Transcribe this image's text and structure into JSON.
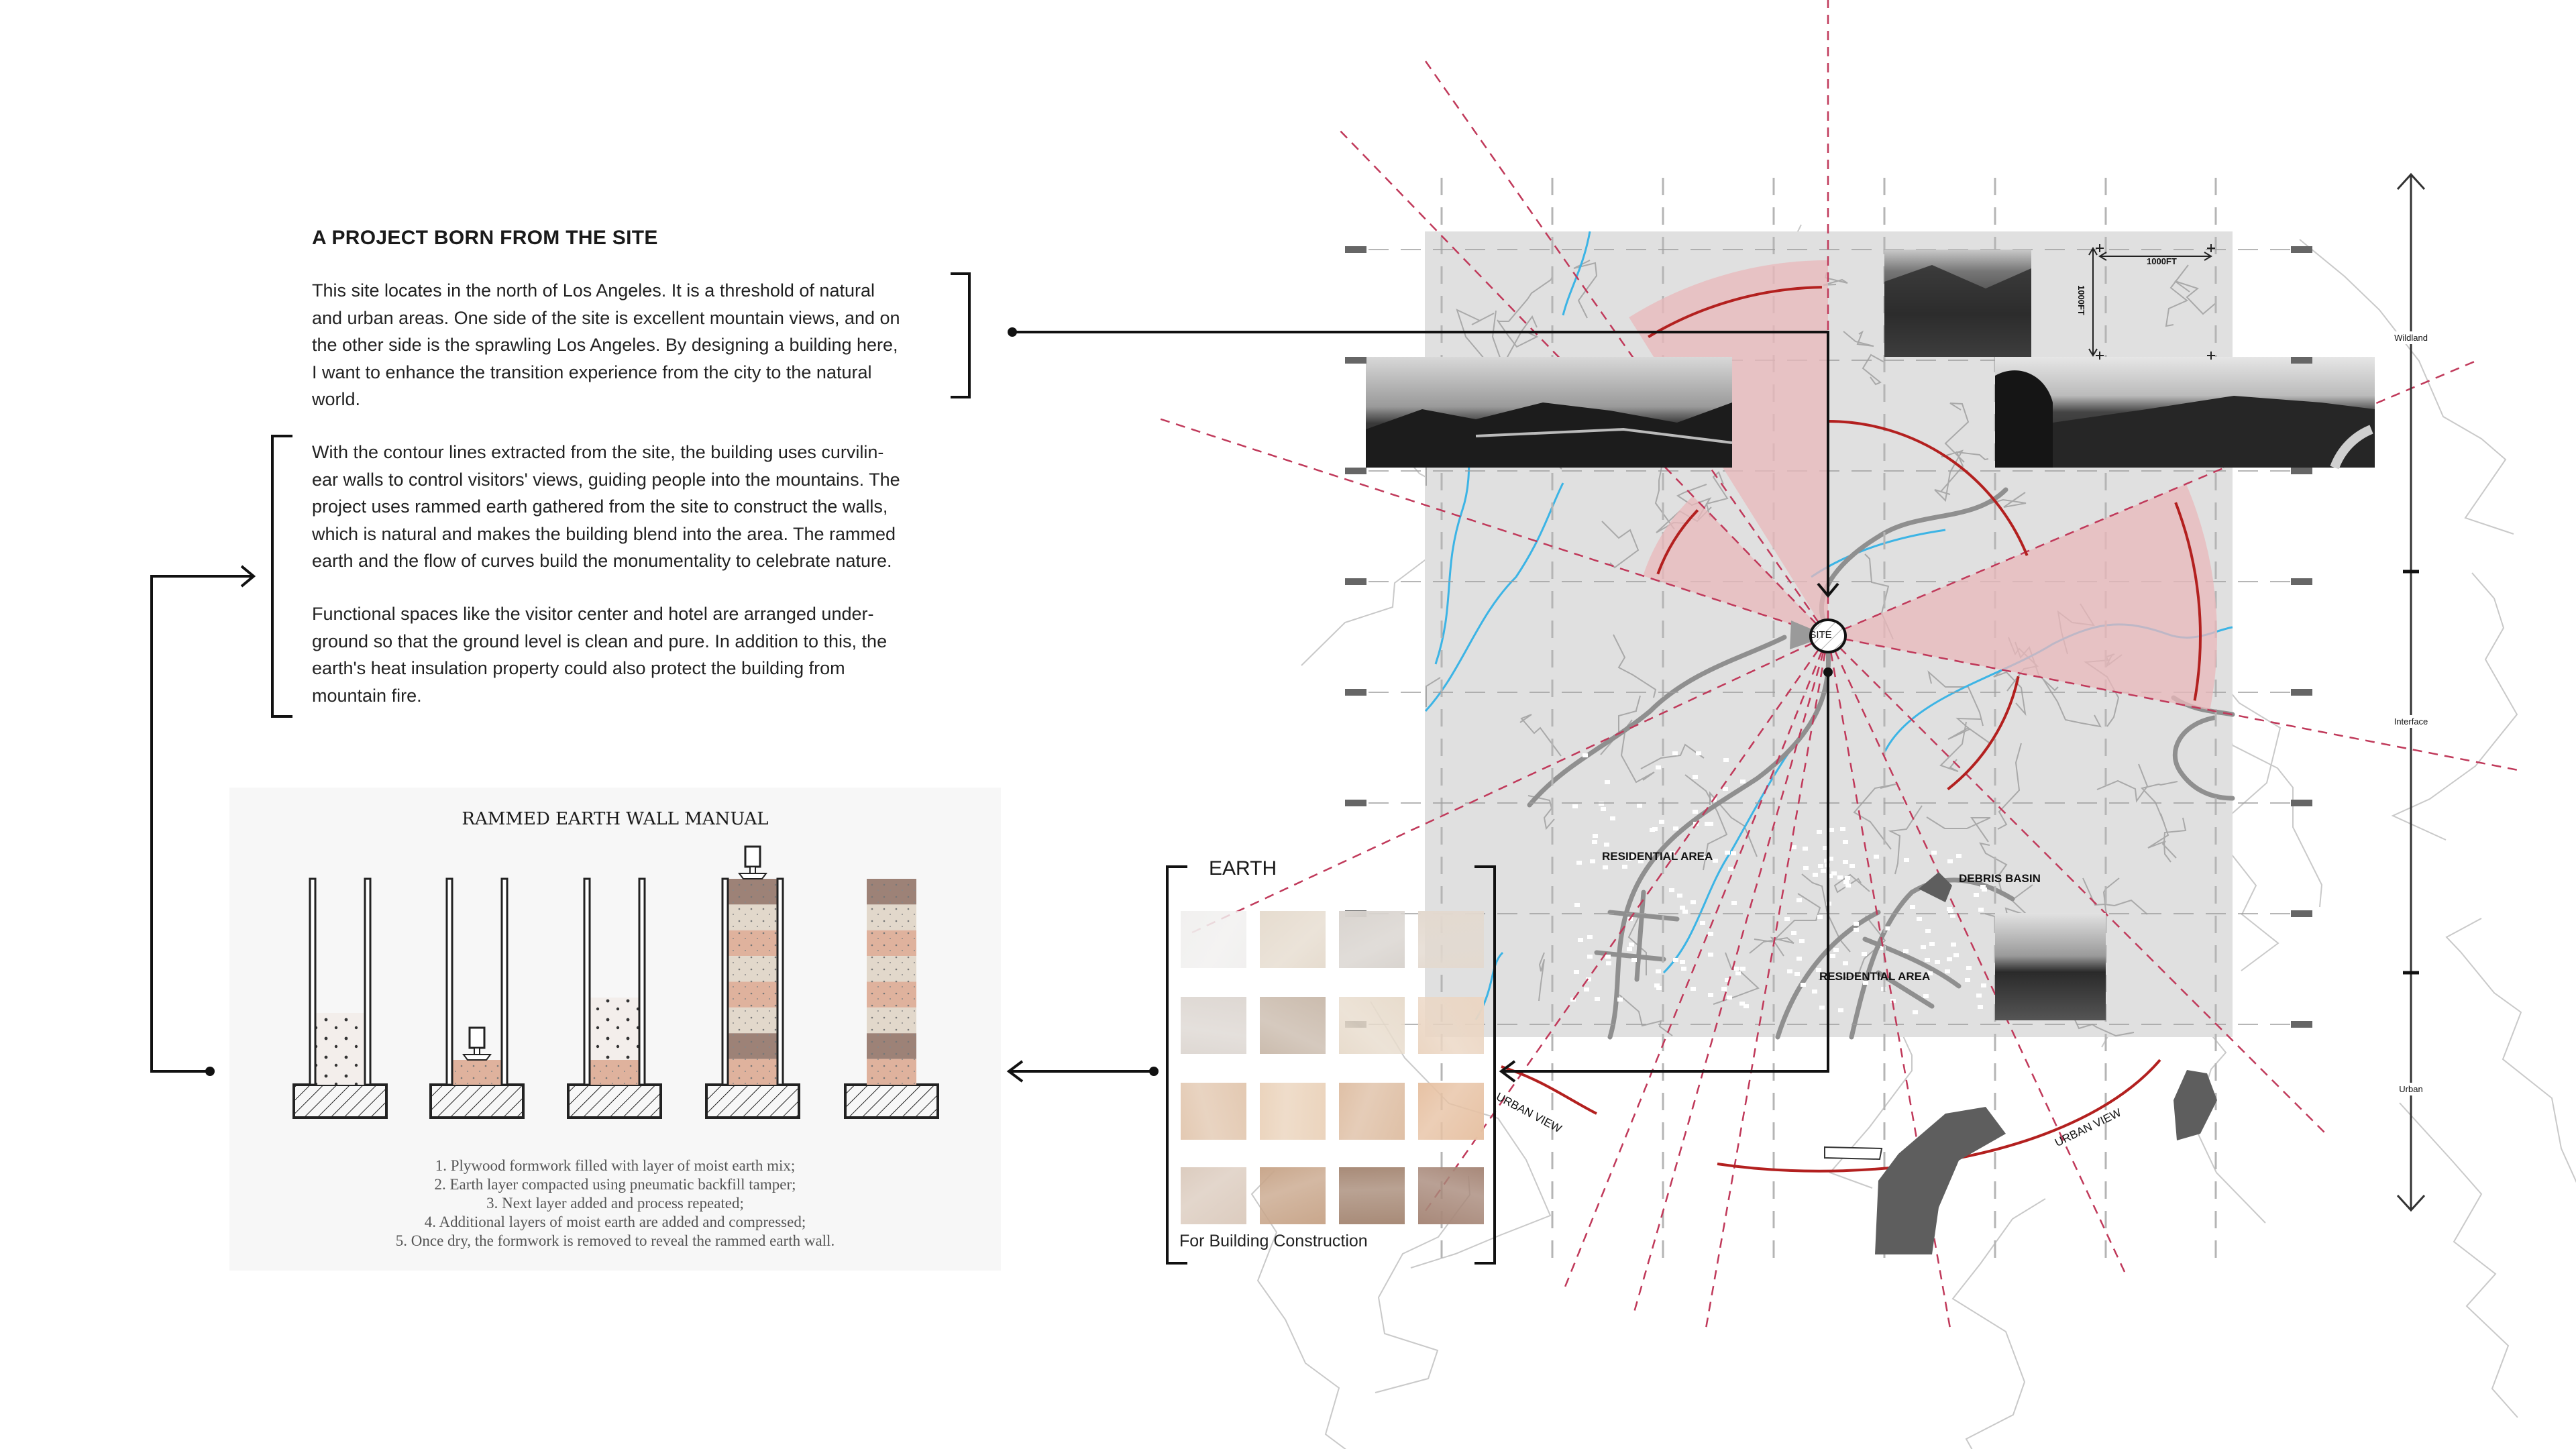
{
  "intro": {
    "title": "A PROJECT BORN FROM THE SITE",
    "paragraphs": [
      [
        "This site locates in the north of Los Angeles. It is a threshold of natural",
        "and urban areas. One side of the site is excellent mountain views, and on",
        "the other side is the sprawling Los Angeles. By designing a building here,",
        "I want to enhance the transition experience from the city to the natural",
        "world."
      ],
      [
        "With the contour lines extracted from the site, the building uses curvilin-",
        "ear walls to control visitors' views, guiding people into the mountains. The",
        "project uses rammed earth gathered from the site to construct the walls,",
        "which is natural and makes the building blend into the area. The rammed",
        "earth and the flow of curves build the monumentality to celebrate nature."
      ],
      [
        "Functional spaces like the visitor center and hotel are arranged under-",
        "ground so that the ground level is clean and pure. In addition to this, the",
        "earth's heat insulation property could also protect the building from",
        "mountain fire."
      ]
    ]
  },
  "manual": {
    "title": "RAMMED EARTH WALL MANUAL",
    "steps": [
      "1. Plywood formwork filled with layer of moist earth mix;",
      "2. Earth layer compacted using pneumatic backfill tamper;",
      "3. Next layer added and process repeated;",
      "4. Additional layers of moist earth are added and compressed;",
      "5. Once dry, the formwork is removed to reveal the rammed earth wall."
    ],
    "layer_colors": {
      "loose": "#f3eeeb",
      "beige": "#e2d8cb",
      "pink": "#dfb29d",
      "brown": "#9d8277"
    }
  },
  "earth": {
    "title": "EARTH",
    "caption": "For Building Construction",
    "swatches": [
      "#f1f0ef",
      "#e6dccf",
      "#d9d4cf",
      "#e3d9cf",
      "#ded8d3",
      "#cbbcae",
      "#e8dccd",
      "#ebd6c3",
      "#e3c9b2",
      "#ebd4bd",
      "#dfc0a6",
      "#e7c2a4",
      "#dcccbf",
      "#c9a78c",
      "#a88b78",
      "#a8897a"
    ]
  },
  "map": {
    "site_label": "SITE",
    "scale_h": "1000FT",
    "scale_v": "1000FT",
    "labels": {
      "residential_1": "RESIDENTIAL AREA",
      "residential_2": "RESIDENTIAL AREA",
      "debris_basin": "DEBRIS BASIN",
      "urban_view_1": "URBAN VIEW",
      "urban_view_2": "URBAN VIEW"
    },
    "colors": {
      "view_wedge": "#e9b8bb",
      "view_arc": "#b3201f",
      "stream": "#3cb4e5",
      "ground": "#e0e0e0"
    }
  },
  "zone_scale": {
    "wildland": "Wildland",
    "interface": "Interface",
    "urban": "Urban"
  }
}
